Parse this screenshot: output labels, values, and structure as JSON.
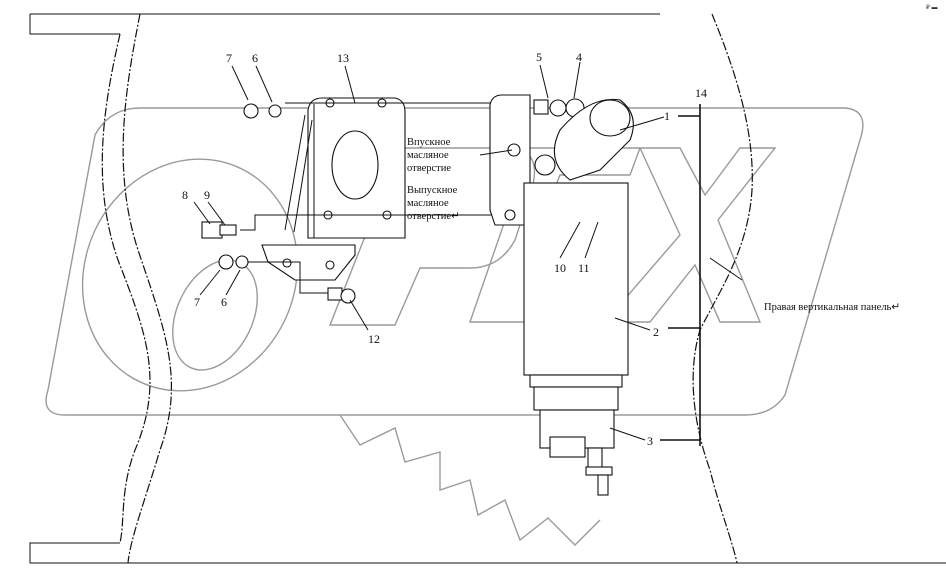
{
  "diagram": {
    "type": "exploded parts diagram",
    "subject": "Fuel/oil filter assembly mounting on right vertical frame panel",
    "watermark_text": "OPEX",
    "corner_mark": "₽ ▬",
    "callouts": [
      {
        "id": "c1",
        "number": "1"
      },
      {
        "id": "c2",
        "number": "2"
      },
      {
        "id": "c3",
        "number": "3"
      },
      {
        "id": "c4",
        "number": "4"
      },
      {
        "id": "c5",
        "number": "5"
      },
      {
        "id": "c6a",
        "number": "6"
      },
      {
        "id": "c6b",
        "number": "6"
      },
      {
        "id": "c7a",
        "number": "7"
      },
      {
        "id": "c7b",
        "number": "7"
      },
      {
        "id": "c8",
        "number": "8"
      },
      {
        "id": "c9",
        "number": "9"
      },
      {
        "id": "c10",
        "number": "10"
      },
      {
        "id": "c11",
        "number": "11"
      },
      {
        "id": "c12",
        "number": "12"
      },
      {
        "id": "c13",
        "number": "13"
      },
      {
        "id": "c14",
        "number": "14"
      }
    ],
    "annotations": {
      "inlet": [
        "Впускное",
        "масляное",
        "отверстие"
      ],
      "outlet": [
        "Выпускное",
        "масляное",
        "отверстие↵"
      ],
      "panel": "Правая вертикальная панель↵"
    }
  }
}
